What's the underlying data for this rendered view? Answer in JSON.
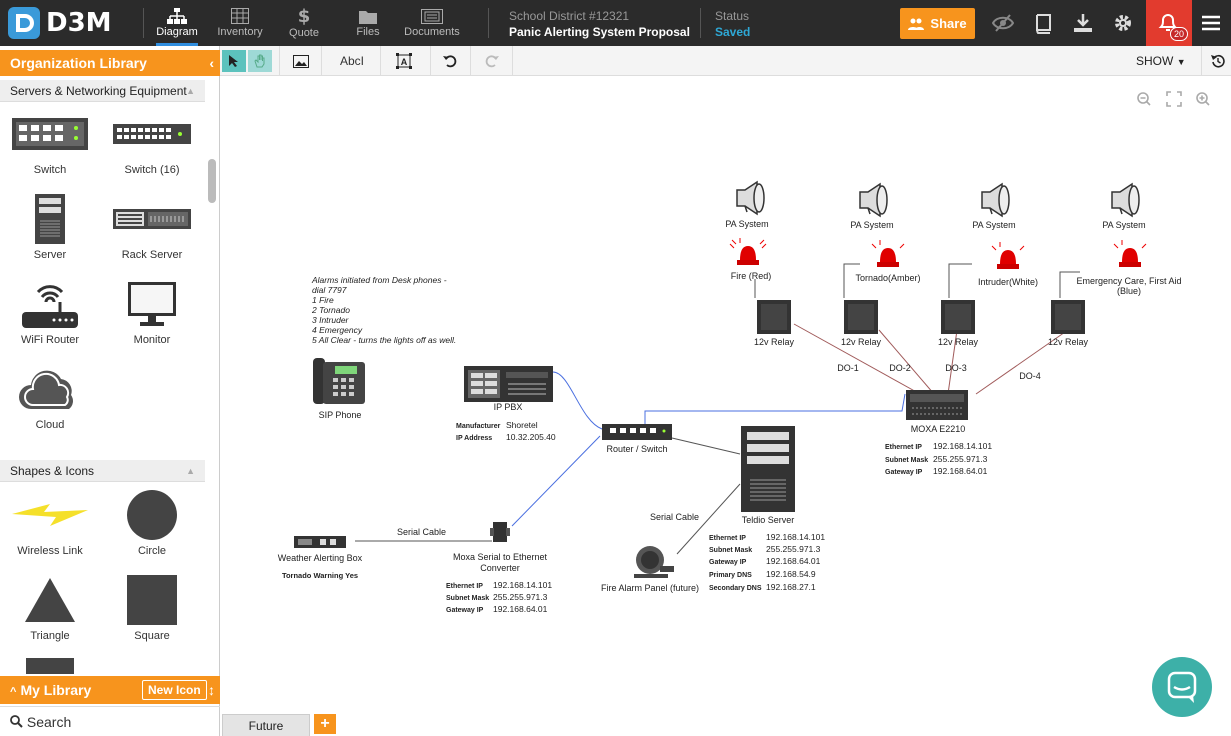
{
  "app": {
    "logo_text": "D3M"
  },
  "nav": [
    {
      "label": "Diagram",
      "icon": "sitemap-icon"
    },
    {
      "label": "Inventory",
      "icon": "grid-icon"
    },
    {
      "label": "Quote",
      "icon": "dollar-icon"
    },
    {
      "label": "Files",
      "icon": "folder-icon"
    },
    {
      "label": "Documents",
      "icon": "document-icon"
    }
  ],
  "project": {
    "district": "School District #12321",
    "title": "Panic Alerting System Proposal"
  },
  "status": {
    "label": "Status",
    "value": "Saved"
  },
  "share_label": "Share",
  "notifications": {
    "count": "20"
  },
  "library": {
    "title": "Organization Library",
    "sections": [
      {
        "title": "Servers & Networking Equipment",
        "items": [
          "Switch",
          "Switch (16)",
          "Server",
          "Rack Server",
          "WiFi Router",
          "Monitor",
          "Cloud"
        ]
      },
      {
        "title": "Shapes & Icons",
        "items": [
          "Wireless Link",
          "Circle",
          "Triangle",
          "Square"
        ]
      }
    ],
    "my_library": "My Library",
    "new_icon": "New Icon",
    "search_placeholder": "Search"
  },
  "toolbar": {
    "text_tool": "AbcI",
    "show": "SHOW"
  },
  "diagram": {
    "pa_label": "PA System",
    "relay_label": "12v Relay",
    "sirens": [
      "Fire (Red)",
      "Tornado(Amber)",
      "Intruder(White)",
      "Emergency Care, First Aid",
      "(Blue)"
    ],
    "do_labels": [
      "DO-1",
      "DO-2",
      "DO-3",
      "DO-4"
    ],
    "moxa_e2210": {
      "name": "MOXA E2210",
      "rows": [
        [
          "Ethernet IP",
          "192.168.14.101"
        ],
        [
          "Subnet Mask",
          "255.255.971.3"
        ],
        [
          "Gateway IP",
          "192.168.64.01"
        ]
      ]
    },
    "note": [
      "Alarms initiated from Desk phones -",
      "dial 7797",
      "1 Fire",
      "2 Tornado",
      "3 Intruder",
      "4 Emergency",
      "5 All Clear - turns the lights off as well."
    ],
    "sip_phone": "SIP Phone",
    "ip_pbx": {
      "name": "IP PBX",
      "rows": [
        [
          "Manufacturer",
          "Shoretel"
        ],
        [
          "IP Address",
          "10.32.205.40"
        ]
      ]
    },
    "router": "Router / Switch",
    "teldio": {
      "name": "Teldio Server",
      "rows": [
        [
          "Ethernet IP",
          "192.168.14.101"
        ],
        [
          "Subnet Mask",
          "255.255.971.3"
        ],
        [
          "Gateway IP",
          "192.168.64.01"
        ],
        [
          "Primary DNS",
          "192.168.54.9"
        ],
        [
          "Secondary DNS",
          "192.168.27.1"
        ]
      ]
    },
    "serial_cable": "Serial Cable",
    "weather_box": {
      "name": "Weather Alerting Box",
      "detail": "Tornado Warning Yes"
    },
    "moxa_serial": {
      "name": [
        "Moxa Serial to Ethernet",
        "Converter"
      ],
      "rows": [
        [
          "Ethernet IP",
          "192.168.14.101"
        ],
        [
          "Subnet Mask",
          "255.255.971.3"
        ],
        [
          "Gateway IP",
          "192.168.64.01"
        ]
      ]
    },
    "fire_panel": "Fire Alarm Panel (future)"
  },
  "tabs": {
    "page": "Future",
    "add": "+"
  },
  "colors": {
    "orange": "#f7941d",
    "dark": "#2b2b2b",
    "accent": "#2f8ee0",
    "saved": "#2ea8d6",
    "siren_red": "#e00000",
    "relay_line": "#a05050",
    "net_line": "#4a6fe0"
  }
}
